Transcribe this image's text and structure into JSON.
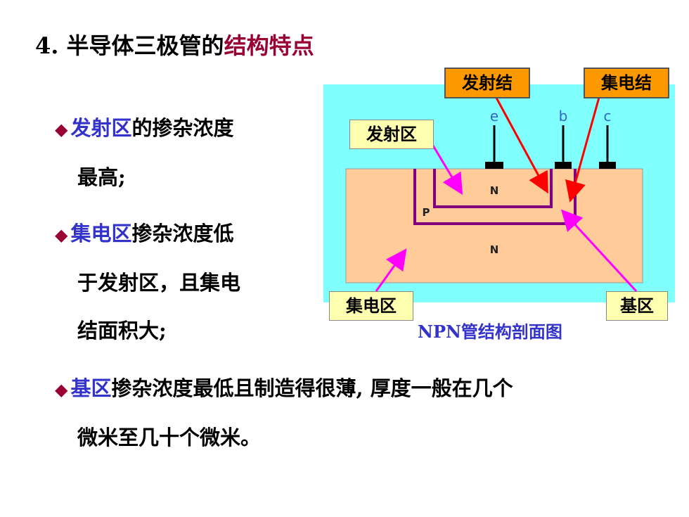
{
  "title": {
    "prefix": "4. 半导体三极管的",
    "highlight": "结构特点"
  },
  "bullets": [
    {
      "marker": "◆",
      "term": "发射区",
      "line1_rest": "的掺杂浓度",
      "line2": "最高;"
    },
    {
      "marker": "◆",
      "term": "集电区",
      "line1_rest": "掺杂浓度低",
      "line2": "于发射区，且集电",
      "line3": "结面积大;"
    },
    {
      "marker": "◆",
      "term": "基区",
      "line1_rest": "掺杂浓度最低且制造得很薄, 厚度一般在几个",
      "line2": "微米至几十个微米。"
    }
  ],
  "diagram": {
    "labels": {
      "emitter_junction": "发射结",
      "collector_junction": "集电结",
      "emitter_region": "发射区",
      "collector_region": "集电区",
      "base_region": "基区"
    },
    "terminals": {
      "e": "e",
      "b": "b",
      "c": "c"
    },
    "region_letters": {
      "emitter": "N",
      "base": "P",
      "collector": "N"
    },
    "caption": "NPN管结构剖面图",
    "colors": {
      "background": "#80ffff",
      "body": "#ffcc99",
      "outline": "#800080",
      "red_arrow": "#ff0000",
      "magenta_arrow": "#ff00ff"
    }
  }
}
